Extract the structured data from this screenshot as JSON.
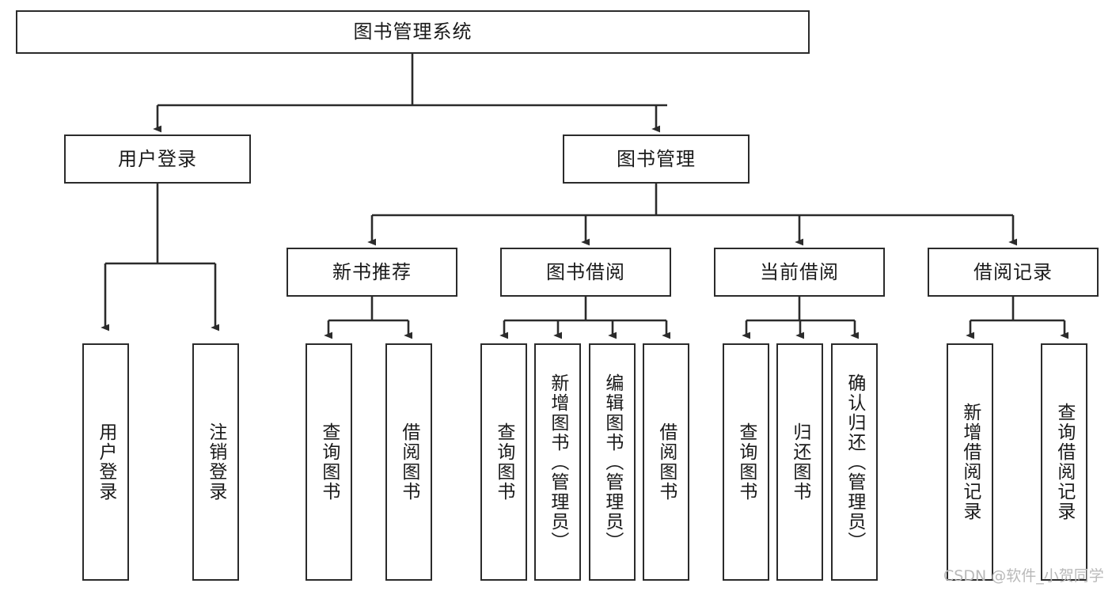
{
  "diagram": {
    "title_node": "图书管理系统",
    "watermark": "CSDN @软件_小贺同学",
    "colors": {
      "box_border": "#2b2b2b",
      "box_fill": "#ffffff",
      "edge": "#2b2b2b",
      "text": "#1a1a1a",
      "watermark": "#b9b9b9"
    },
    "level2": [
      {
        "label": "用户登录"
      },
      {
        "label": "图书管理"
      }
    ],
    "level3": [
      {
        "label": "新书推荐"
      },
      {
        "label": "图书借阅"
      },
      {
        "label": "当前借阅"
      },
      {
        "label": "借阅记录"
      }
    ],
    "leaves": {
      "user_login": [
        {
          "label": "用户登录"
        },
        {
          "label": "注销登录"
        }
      ],
      "new_book": [
        {
          "label": "查询图书"
        },
        {
          "label": "借阅图书"
        }
      ],
      "book_borrow": [
        {
          "label": "查询图书"
        },
        {
          "label": "新增图书（管理员）"
        },
        {
          "label": "编辑图书（管理员）"
        },
        {
          "label": "借阅图书"
        }
      ],
      "current_borrow": [
        {
          "label": "查询图书"
        },
        {
          "label": "归还图书"
        },
        {
          "label": "确认归还（管理员）"
        }
      ],
      "borrow_record": [
        {
          "label": "新增借阅记录"
        },
        {
          "label": "查询借阅记录"
        }
      ]
    }
  }
}
